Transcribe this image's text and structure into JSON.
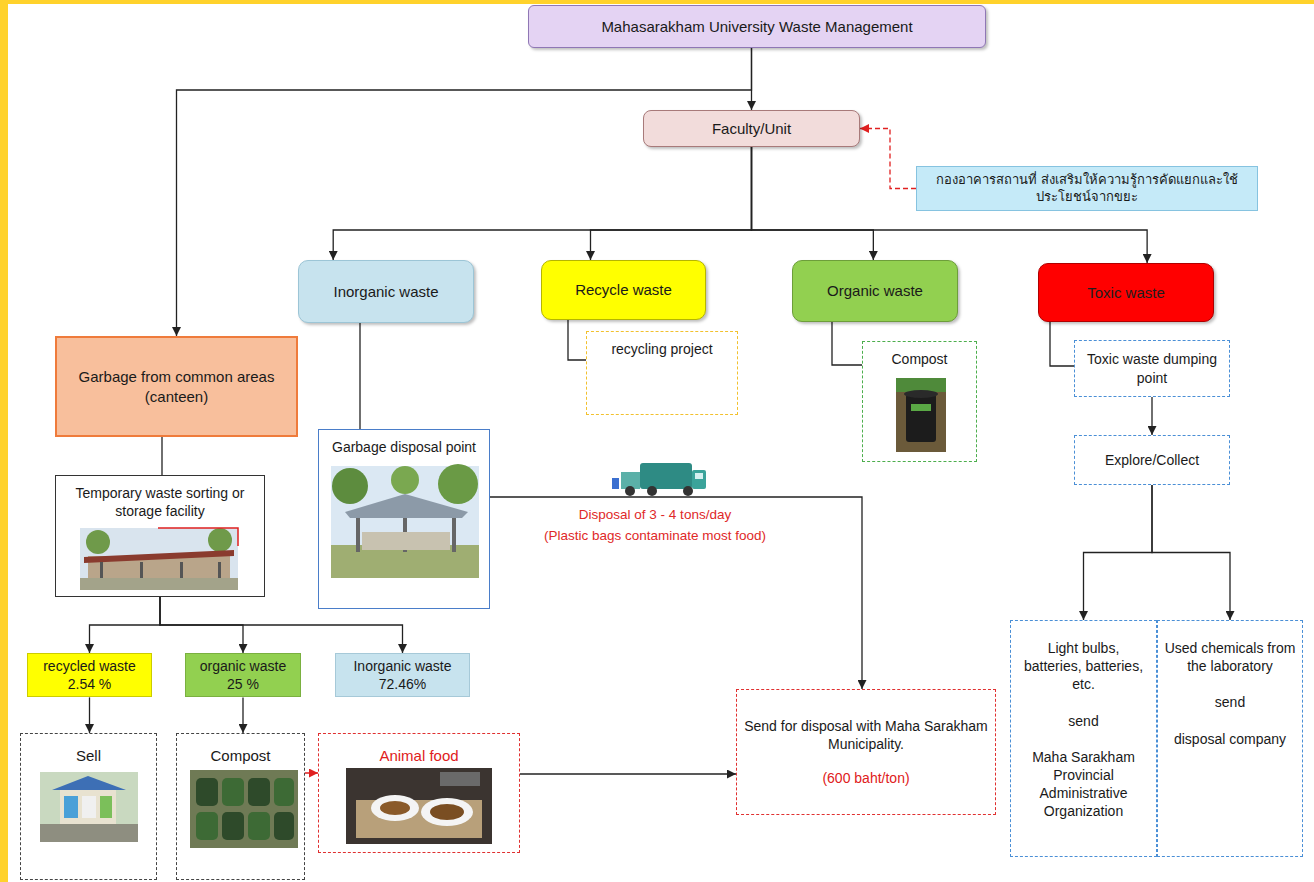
{
  "diagram": {
    "nodes": [
      {
        "text": [
          "Mahasarakham University Waste Management"
        ]
      },
      {
        "text": [
          "Faculty/Unit"
        ]
      },
      {
        "text": [
          "กองอาคารสถานที่ ส่งเสริมให้ความรู้การคัดแยกและใช้ประโยชน์จากขยะ"
        ]
      },
      {
        "text": [
          "Inorganic waste"
        ]
      },
      {
        "text": [
          "Recycle waste"
        ]
      },
      {
        "text": [
          "Organic waste"
        ]
      },
      {
        "text": [
          "Toxic waste"
        ]
      },
      {
        "text": [
          "Garbage from common areas (canteen)"
        ]
      },
      {
        "text": [
          "recycling project"
        ]
      },
      {
        "text": [
          "Compost"
        ]
      },
      {
        "text": [
          "Toxic waste dumping point"
        ]
      },
      {
        "text": [
          "Garbage disposal point"
        ]
      },
      {
        "text": [
          "Explore/Collect"
        ]
      },
      {
        "text": [
          "Temporary waste sorting or storage facility"
        ]
      },
      {
        "text": [
          "recycled waste",
          "2.54 %"
        ]
      },
      {
        "text": [
          "organic waste",
          "25 %"
        ]
      },
      {
        "text": [
          "Inorganic waste",
          "72.46%"
        ]
      },
      {
        "text": [
          "Send for disposal with Maha Sarakham Municipality.",
          "(600 baht/ton)"
        ]
      },
      {
        "text": [
          "Light bulbs, batteries, batteries, etc.",
          "send",
          "Maha Sarakham Provincial Administrative Organization"
        ]
      },
      {
        "text": [
          "Used chemicals from the laboratory",
          "send",
          "disposal company"
        ]
      },
      {
        "text": [
          "Sell"
        ]
      },
      {
        "text": [
          "Compost"
        ]
      },
      {
        "text": [
          "Animal food"
        ]
      }
    ],
    "edges": [
      {
        "from": 0,
        "to": 1,
        "arrow": "to"
      },
      {
        "from": 0,
        "to": 7,
        "arrow": "to"
      },
      {
        "from": 2,
        "to": 1,
        "arrow": "to"
      },
      {
        "from": 1,
        "to": 3,
        "arrow": "to"
      },
      {
        "from": 1,
        "to": 4,
        "arrow": "to"
      },
      {
        "from": 1,
        "to": 5,
        "arrow": "to"
      },
      {
        "from": 1,
        "to": 6,
        "arrow": "to"
      },
      {
        "from": 7,
        "to": 13,
        "arrow": "none"
      },
      {
        "from": 3,
        "to": 11,
        "arrow": "none"
      },
      {
        "from": 4,
        "to": 8,
        "arrow": "none"
      },
      {
        "from": 5,
        "to": 9,
        "arrow": "none"
      },
      {
        "from": 6,
        "to": 10,
        "arrow": "none"
      },
      {
        "from": 10,
        "to": 12,
        "arrow": "to"
      },
      {
        "from": 12,
        "to": 18,
        "arrow": "to"
      },
      {
        "from": 12,
        "to": 19,
        "arrow": "to"
      },
      {
        "from": 11,
        "to": 17,
        "arrow": "to"
      },
      {
        "from": 13,
        "to": 14,
        "arrow": "to"
      },
      {
        "from": 13,
        "to": 15,
        "arrow": "to"
      },
      {
        "from": 13,
        "to": 16,
        "arrow": "to"
      },
      {
        "from": 14,
        "to": 20,
        "arrow": "to"
      },
      {
        "from": 15,
        "to": 21,
        "arrow": "to"
      },
      {
        "from": 21,
        "to": 22,
        "arrow": "to"
      },
      {
        "from": 22,
        "to": 17,
        "arrow": "to"
      }
    ],
    "labels": [
      "Disposal of 3 - 4 tons/day",
      "(Plastic bags contaminate most food)"
    ]
  }
}
